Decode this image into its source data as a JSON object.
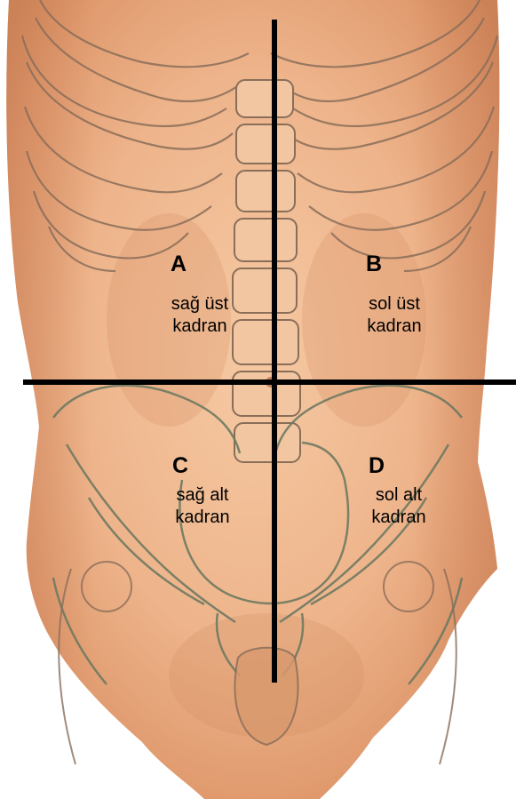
{
  "quadrants": {
    "a": {
      "letter": "A",
      "line1": "sağ üst",
      "line2": "kadran"
    },
    "b": {
      "letter": "B",
      "line1": "sol üst",
      "line2": "kadran"
    },
    "c": {
      "letter": "C",
      "line1": "sağ alt",
      "line2": "kadran"
    },
    "d": {
      "letter": "D",
      "line1": "sol alt",
      "line2": "kadran"
    }
  },
  "colors": {
    "skin_light": "#f3c39b",
    "skin_mid": "#e6a277",
    "skin_shadow": "#c97d55",
    "bone_line": "#8a6e5a",
    "pelvis_line": "#6f7a62",
    "divider_line": "#000000"
  }
}
